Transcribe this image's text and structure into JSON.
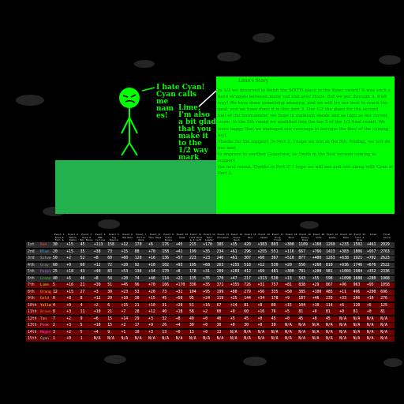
{
  "comic": {
    "speech_left": [
      "I hate Cyan!",
      "Cyan calls",
      "me",
      "nam",
      "es!"
    ],
    "speech_right": [
      "Lime,",
      "I'm also",
      "a bit glad",
      "that you",
      "make it",
      "to the",
      "1/2 way",
      "mark"
    ]
  },
  "textpanel": {
    "title": "Lime's Story",
    "body": [
      "In 1/2 we deserved to finish the SIXTH place in the Kowz sword! It was such a",
      "hard struggle between many red and grey rivals. But we got through it. Half",
      "way! We have done something amazing, and we will try our best to reach the",
      "goal, and we have done it in this part 2. Our 1/2 the plans for the second",
      "half of the tournament: we hope to maintain stable and as high as our recent",
      "score. In the 5th round we qualified into the top 5 of the 1/2 final round. We",
      "were happy that we managed our coverage to become the final of the coming half.",
      "Thanks for the support. In Part 2, I hope we win at the 8th. Ending, we will do our best",
      "to improve to another Gemstone, no limits in the first version coming to support",
      "the next round. Thanks in Part 2! I hope we will see and win along with Cyan in Part 3."
    ]
  },
  "table": {
    "headers": [
      "Event 1 Rise & Fall & Max",
      "Event 2 Match Ranks",
      "Event 3 Rise 6 Box Bonus",
      "Event 4 RNG Cyclone",
      "Event 5 Tug Bounce",
      "Event 6 Rainbow",
      "Event 7 Mirror Runs",
      "Event 8 Thin Rays",
      "Event 9 Total Bonus",
      "Event 10 Swap",
      "Event 11 Left Rise & 1 Left",
      "Event 12 Runs Leader",
      "Event 13 Knockout",
      "Event 14 Chaos Rush",
      "Event 15 Pair",
      "Event 16 Speed",
      "Event 17 Ring Final",
      "Event 18 Runs",
      "Event 19 Bonus Rise",
      "Event 20 Vote",
      "Event 21 Sweep",
      "Event 22 Runs",
      "Event 23 Last 2 Rise",
      "Total",
      "Final Score"
    ],
    "rows": [
      {
        "rank": "1st",
        "name": "Red",
        "color": "#ff4444",
        "cells": [
          "30",
          "+15",
          "45",
          "+113",
          "158",
          "+12",
          "170",
          "+6",
          "176",
          "+45",
          "215",
          "+170",
          "385",
          "+35",
          "420",
          "+383",
          "803",
          "+300",
          "1109",
          "+160",
          "1269",
          "+233",
          "1502",
          "+461",
          "2029"
        ]
      },
      {
        "rank": "2nd",
        "name": "Blue",
        "color": "#4aa0ff",
        "cells": [
          "20",
          "+15",
          "35",
          "+38",
          "73",
          "+15",
          "88",
          "+70",
          "158",
          "+41",
          "199",
          "+35",
          "234",
          "+61",
          "296",
          "+255",
          "551",
          "+116",
          "667",
          "+766",
          "1423",
          "+383",
          "1806",
          "+957",
          "2763"
        ]
      },
      {
        "rank": "3rd",
        "name": "Silver",
        "color": "#c0c0c0",
        "cells": [
          "50",
          "+2",
          "52",
          "+8",
          "60",
          "+60",
          "120",
          "+16",
          "136",
          "+57",
          "223",
          "+23",
          "246",
          "+61",
          "307",
          "+60",
          "367",
          "+510",
          "877",
          "+400",
          "1263",
          "+638",
          "1921",
          "+702",
          "2623"
        ]
      },
      {
        "rank": "4th",
        "name": "Gray",
        "color": "#9a9a9a",
        "cells": [
          "60",
          "+0",
          "60",
          "+12",
          "72",
          "+20",
          "92",
          "+10",
          "102",
          "+93",
          "195",
          "+68",
          "263",
          "+255",
          "518",
          "+12",
          "530",
          "+20",
          "550",
          "+260",
          "810",
          "+936",
          "1746",
          "+676",
          "2522"
        ]
      },
      {
        "rank": "5th",
        "name": "Purple",
        "color": "#b06bff",
        "cells": [
          "25",
          "+18",
          "43",
          "+40",
          "83",
          "+53",
          "136",
          "+34",
          "170",
          "+8",
          "178",
          "+31",
          "209",
          "+203",
          "412",
          "+69",
          "481",
          "+300",
          "781",
          "+200",
          "981",
          "+1003",
          "1984",
          "+352",
          "2336"
        ]
      },
      {
        "rank": "6th",
        "name": "Green",
        "color": "#3ac43a",
        "cells": [
          "40",
          "+6",
          "46",
          "+8",
          "54",
          "+20",
          "74",
          "+40",
          "114",
          "+21",
          "135",
          "+35",
          "170",
          "+47",
          "217",
          "+313",
          "530",
          "+13",
          "543",
          "+55",
          "598",
          "+1090",
          "1688",
          "+280",
          "1968"
        ]
      },
      {
        "rank": "7th",
        "name": "Lime",
        "color": "#9aff3a",
        "cells": [
          "5",
          "+16",
          "21",
          "+30",
          "51",
          "+45",
          "96",
          "+70",
          "166",
          "+170",
          "336",
          "+35",
          "371",
          "+355",
          "726",
          "+31",
          "757",
          "+81",
          "838",
          "+29",
          "867",
          "+96",
          "963",
          "+95",
          "1058"
        ]
      },
      {
        "rank": "8th",
        "name": "Orange",
        "color": "#ff9a2a",
        "cells": [
          "12",
          "+15",
          "27",
          "+3",
          "30",
          "+23",
          "53",
          "+20",
          "73",
          "+31",
          "104",
          "+95",
          "199",
          "+80",
          "279",
          "+56",
          "335",
          "+50",
          "385",
          "+100",
          "485",
          "+11",
          "496",
          "+200",
          "696"
        ]
      },
      {
        "rank": "9th",
        "name": "Gold",
        "color": "#e8c02a",
        "cells": [
          "0",
          "+8",
          "8",
          "+12",
          "20",
          "+10",
          "30",
          "+15",
          "45",
          "+50",
          "95",
          "+24",
          "119",
          "+25",
          "144",
          "+34",
          "178",
          "+9",
          "187",
          "+46",
          "233",
          "+33",
          "266",
          "+10",
          "276"
        ]
      },
      {
        "rank": "10th",
        "name": "Yellow",
        "color": "#ffff3a",
        "cells": [
          "4",
          "+0",
          "4",
          "+2",
          "6",
          "+15",
          "21",
          "+10",
          "31",
          "+20",
          "51",
          "+16",
          "67",
          "+14",
          "81",
          "+8",
          "89",
          "+15",
          "104",
          "+10",
          "114",
          "+6",
          "120",
          "+5",
          "125"
        ]
      },
      {
        "rank": "11th",
        "name": "Brown",
        "color": "#c07a3a",
        "cells": [
          "8",
          "+3",
          "11",
          "+10",
          "21",
          "+7",
          "28",
          "+12",
          "40",
          "+18",
          "58",
          "+2",
          "60",
          "+0",
          "60",
          "+16",
          "76",
          "+5",
          "81",
          "+0",
          "81",
          "+0",
          "81",
          "+0",
          "81"
        ]
      },
      {
        "rank": "12th",
        "name": "Tan",
        "color": "#e0c08a",
        "cells": [
          "7",
          "+2",
          "9",
          "+6",
          "15",
          "+14",
          "29",
          "+3",
          "32",
          "+8",
          "40",
          "+0",
          "40",
          "+5",
          "45",
          "+0",
          "45",
          "+0",
          "45",
          "+0",
          "45",
          "N/A",
          "N/A",
          "N/A",
          "N/A"
        ]
      },
      {
        "rank": "13th",
        "name": "Pink",
        "color": "#ff7ad0",
        "cells": [
          "2",
          "+3",
          "5",
          "+10",
          "15",
          "+2",
          "17",
          "+9",
          "26",
          "+4",
          "30",
          "+0",
          "30",
          "+0",
          "30",
          "+0",
          "30",
          "N/A",
          "N/A",
          "N/A",
          "N/A",
          "N/A",
          "N/A",
          "N/A",
          "N/A"
        ]
      },
      {
        "rank": "14th",
        "name": "Magenta",
        "color": "#ff3aff",
        "cells": [
          "3",
          "+2",
          "5",
          "+4",
          "9",
          "+1",
          "10",
          "+3",
          "13",
          "+0",
          "13",
          "+0",
          "13",
          "N/A",
          "N/A",
          "N/A",
          "N/A",
          "N/A",
          "N/A",
          "N/A",
          "N/A",
          "N/A",
          "N/A",
          "N/A",
          "N/A"
        ]
      },
      {
        "rank": "15th",
        "name": "Cyan",
        "color": "#3affff",
        "cells": [
          "1",
          "+0",
          "1",
          "N/A",
          "N/A",
          "N/A",
          "N/A",
          "N/A",
          "N/A",
          "N/A",
          "N/A",
          "N/A",
          "N/A",
          "N/A",
          "N/A",
          "N/A",
          "N/A",
          "N/A",
          "N/A",
          "N/A",
          "N/A",
          "N/A",
          "N/A",
          "N/A",
          "N/A"
        ]
      }
    ]
  }
}
